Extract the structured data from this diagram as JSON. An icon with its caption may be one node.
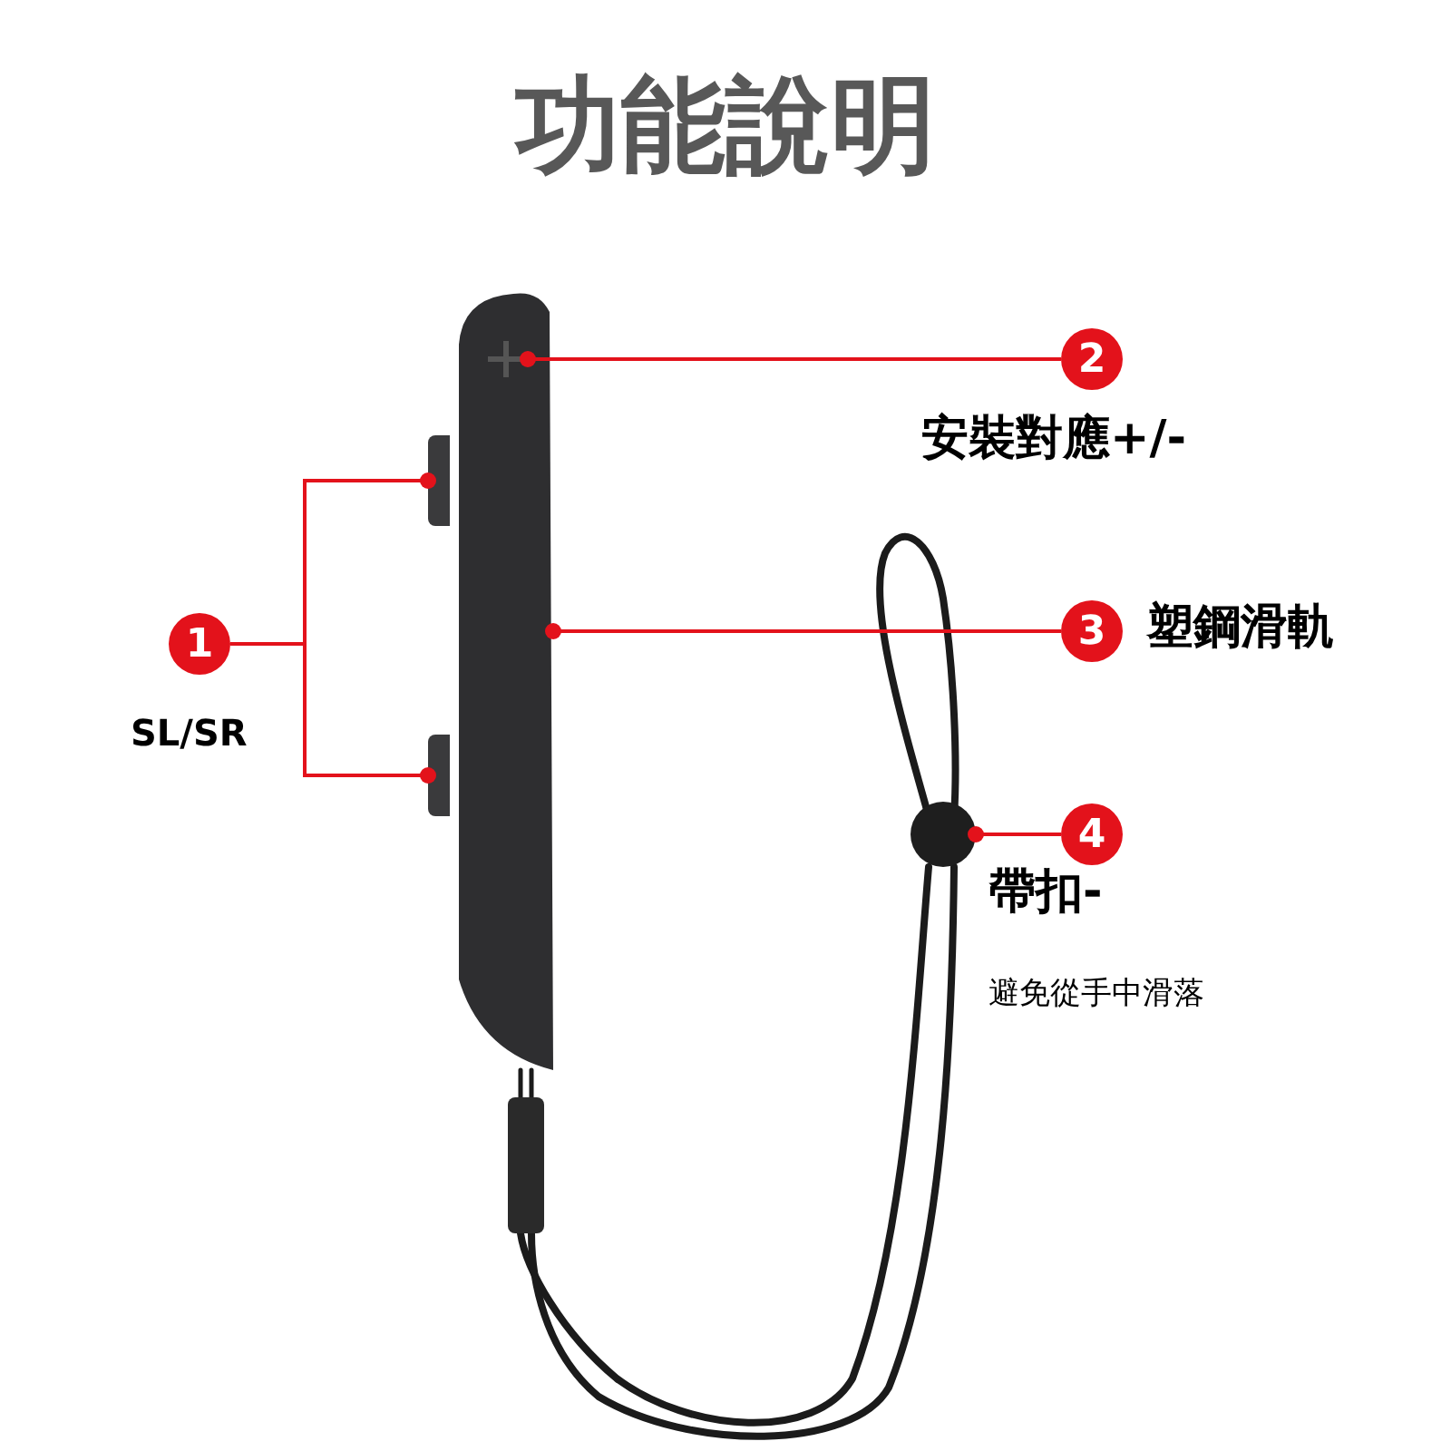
{
  "diagram": {
    "title": "功能說明",
    "nodes": [
      {
        "text": [
          "1"
        ],
        "beside": [
          "SL/SR"
        ]
      },
      {
        "text": [
          "2"
        ],
        "beside": [
          "安裝對應+/-"
        ]
      },
      {
        "text": [
          "3"
        ],
        "beside": [
          "塑鋼滑軌"
        ]
      },
      {
        "text": [
          "4"
        ],
        "beside": [
          "帶扣-",
          "避免從手中滑落"
        ]
      },
      {
        "text": [],
        "shape": "bar"
      },
      {
        "text": [],
        "shape": "box"
      },
      {
        "text": [],
        "shape": "box"
      },
      {
        "text": [],
        "shape": "picture",
        "in": 4
      },
      {
        "text": [],
        "shape": "circle"
      }
    ],
    "edges": [
      {
        "from": 0,
        "to": 5,
        "arrow": "other"
      },
      {
        "from": 0,
        "to": 6,
        "arrow": "other"
      },
      {
        "from": 1,
        "to": 7,
        "arrow": "other"
      },
      {
        "from": 2,
        "to": 4,
        "arrow": "other"
      },
      {
        "from": 3,
        "to": 8,
        "arrow": "other"
      }
    ]
  }
}
